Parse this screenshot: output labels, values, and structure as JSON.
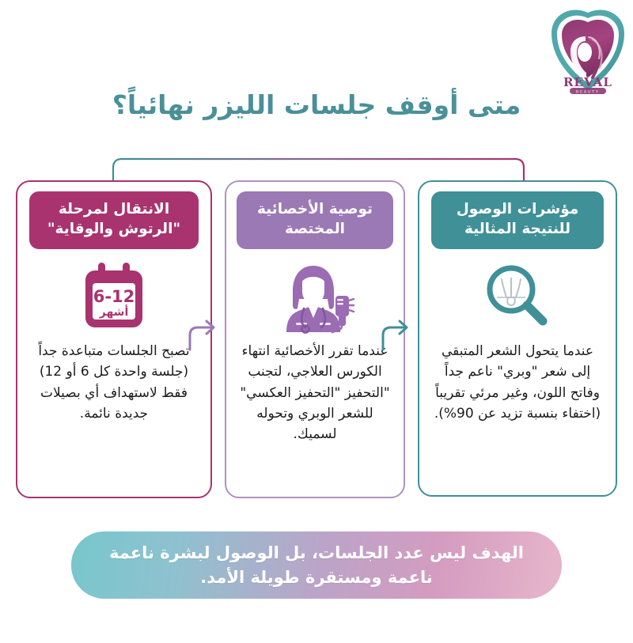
{
  "brand": {
    "logo_name": "REVAL",
    "logo_subtitle": "BEAUTY"
  },
  "header": {
    "title": "متى أوقف جلسات الليزر نهائياً؟",
    "title_color": "#4A9099"
  },
  "cards": [
    {
      "id": "indicators",
      "heading": "مؤشرات الوصول للنتيجة المثالية",
      "icon": "magnifier-hair-follicle-icon",
      "accent": "#3f9097",
      "body": "عندما يتحول الشعر المتبقي إلى شعر \"وبري\" ناعم جداً وفاتح اللون، وغير مرئي تقريباً (اختفاء بنسبة تزيد عن 90%)."
    },
    {
      "id": "specialist",
      "heading": "توصية الأخصائية المختصة",
      "icon": "female-specialist-laser-icon",
      "accent": "#9b79b4",
      "body": "عندما تقرر الأخصائية انتهاء الكورس العلاجي، لتجنب \"التحفيز \"التحفيز العكسي\" للشعر الوبري وتحوله لسميك."
    },
    {
      "id": "maintenance",
      "heading": "الانتقال لمرحلة \"الرتوش والوقاية\"",
      "icon": "calendar-icon",
      "accent": "#a8336f",
      "calendar_number": "6-12",
      "calendar_unit": "أشهر",
      "body": "تصبح الجلسات متباعدة جداً (جلسة واحدة كل 6 أو 12) فقط لاستهداف أي بصيلات جديدة نائمة."
    }
  ],
  "flow": {
    "arrow_1_color": "#3f9097",
    "arrow_2_color": "#9b79b4",
    "bracket_start_color": "#3f9097",
    "bracket_end_color": "#a8336f"
  },
  "footer": {
    "banner_text": "الهدف ليس عدد الجلسات، بل الوصول لبشرة ناعمة ناعمة ومستقرة طويلة الأمد.",
    "gradient_from": "#77c7cc",
    "gradient_to": "#e7b6cb"
  }
}
